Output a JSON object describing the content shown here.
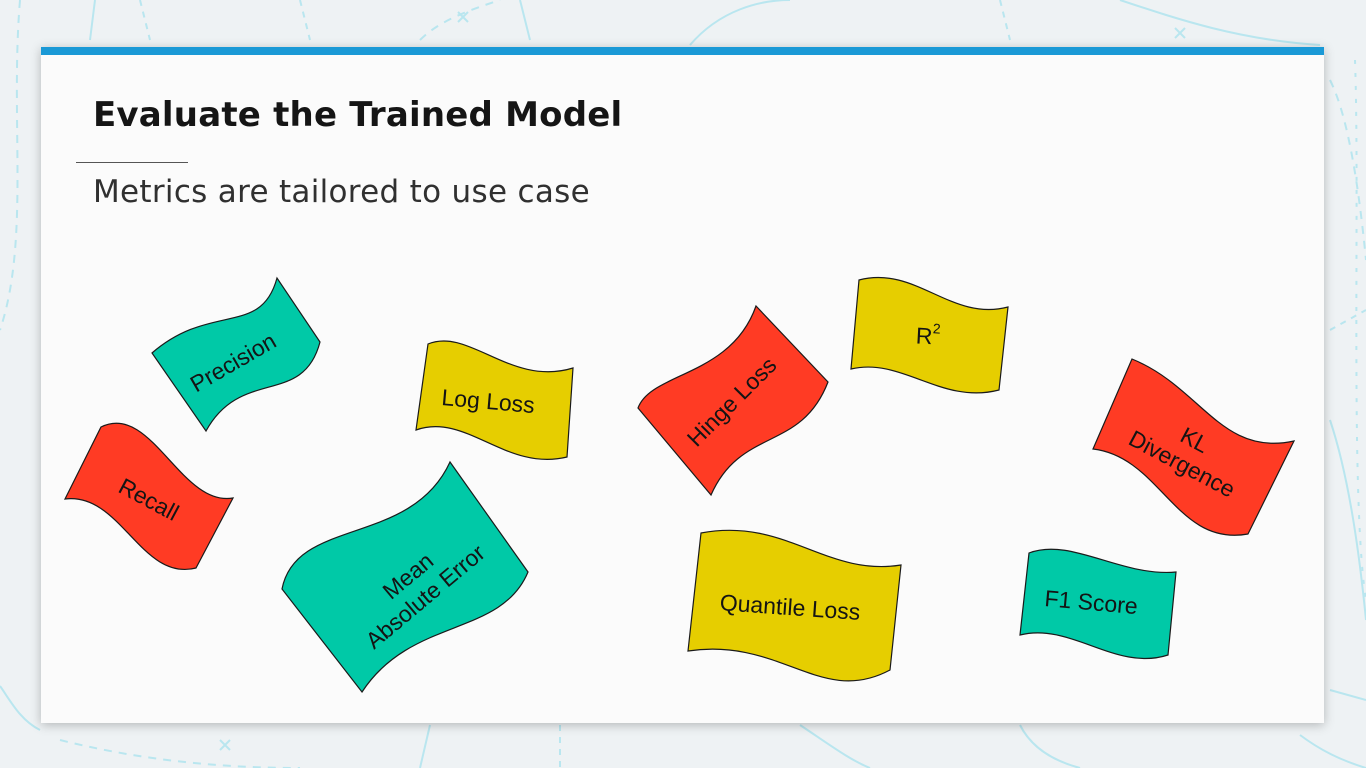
{
  "slide": {
    "title": "Evaluate the Trained Model",
    "subtitle": "Metrics are tailored to use case"
  },
  "colors": {
    "accent_bar": "#1a99d6",
    "teal": "#00c9a7",
    "red": "#ff3b24",
    "yellow": "#e6ce00",
    "background_pattern": "#b9e6ef"
  },
  "metrics": [
    {
      "id": "precision",
      "lines": [
        "Precision"
      ],
      "color": "teal"
    },
    {
      "id": "log-loss",
      "lines": [
        "Log Loss"
      ],
      "color": "yellow"
    },
    {
      "id": "hinge-loss",
      "lines": [
        "Hinge Loss"
      ],
      "color": "red"
    },
    {
      "id": "r-squared",
      "label": "R",
      "superscript": "2",
      "color": "yellow"
    },
    {
      "id": "kl-divergence",
      "lines": [
        "KL",
        "Divergence"
      ],
      "color": "red"
    },
    {
      "id": "recall",
      "lines": [
        "Recall"
      ],
      "color": "red"
    },
    {
      "id": "mean-absolute-error",
      "lines": [
        "Mean",
        "Absolute Error"
      ],
      "color": "teal"
    },
    {
      "id": "quantile-loss",
      "lines": [
        "Quantile Loss"
      ],
      "color": "yellow"
    },
    {
      "id": "f1-score",
      "lines": [
        "F1 Score"
      ],
      "color": "teal"
    }
  ]
}
